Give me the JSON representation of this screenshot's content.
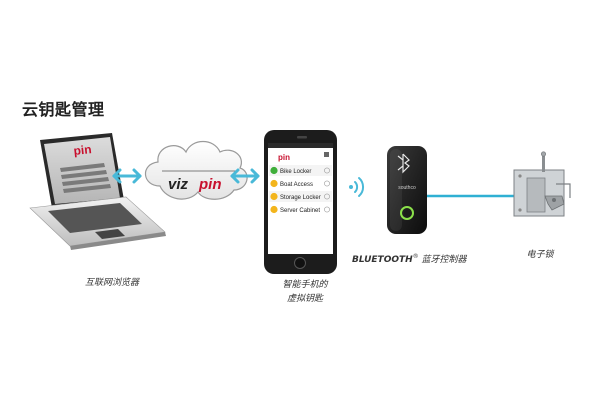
{
  "title": "云钥匙管理",
  "laptop": {
    "caption": "互联网浏览器",
    "logo": "pin"
  },
  "cloud": {
    "logo_viz": "viz",
    "logo_pin": "pin"
  },
  "phone": {
    "app_logo": "pin",
    "items": [
      {
        "label": "Bike Locker",
        "dot": "#3fae3a"
      },
      {
        "label": "Boat Access",
        "dot": "#f3b51c"
      },
      {
        "label": "Storage Locker",
        "dot": "#f3b51c"
      },
      {
        "label": "Server Cabinet",
        "dot": "#f3b51c"
      }
    ],
    "caption_line1": "智能手机的",
    "caption_line2": "虚拟钥匙"
  },
  "controller": {
    "brand": "southco",
    "caption_brand": "BLUETOOTH",
    "caption_reg": "®",
    "caption_rest": " 蓝牙控制器"
  },
  "lock": {
    "caption": "电子锁"
  },
  "colors": {
    "arrow": "#49b9d8",
    "line": "#2fb0d3",
    "brand_red": "#c8102e",
    "led": "#8be04a"
  }
}
